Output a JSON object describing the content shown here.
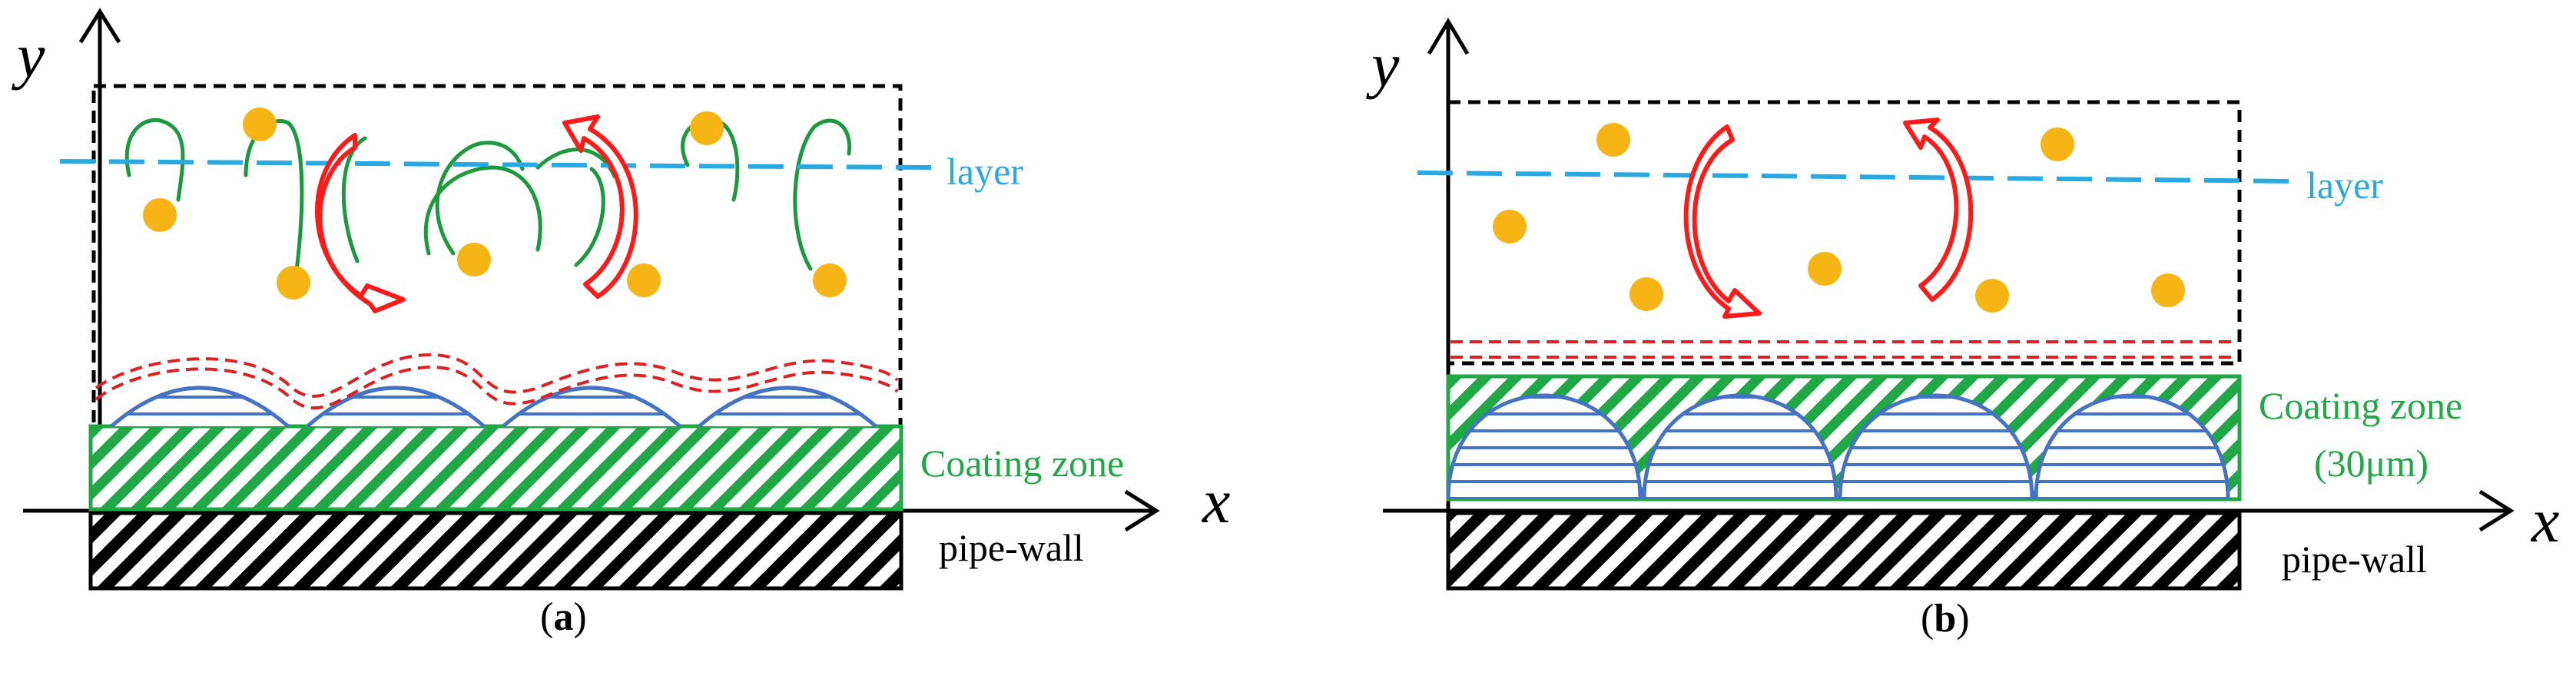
{
  "panels": [
    {
      "id": "a",
      "axis_y": "y",
      "axis_x": "x",
      "layer_label": "layer",
      "coating_label": "Coating zone",
      "coating_label_line2": "",
      "wall_label": "pipe-wall",
      "caption_open": "(",
      "caption_letter": "a",
      "caption_close": ")"
    },
    {
      "id": "b",
      "axis_y": "y",
      "axis_x": "x",
      "layer_label": "layer",
      "coating_label": "Coating zone",
      "coating_label_line2": "(30μm)",
      "wall_label": "pipe-wall",
      "caption_open": "(",
      "caption_letter": "b",
      "caption_close": ")"
    }
  ],
  "colors": {
    "axis": "#000000",
    "layer_line": "#29a9e1",
    "vortex_arrow": "#ff1a1a",
    "particle": "#f7b515",
    "eddy_curve": "#1a9a3c",
    "coating_hatch": "#1fa845",
    "roughness_element": "#4472c4",
    "wall_hatch": "#000000",
    "sublayer_dash": "#e02020",
    "label_layer": "#29a9e1",
    "label_coating": "#1fa845",
    "label_wall": "#000000"
  }
}
